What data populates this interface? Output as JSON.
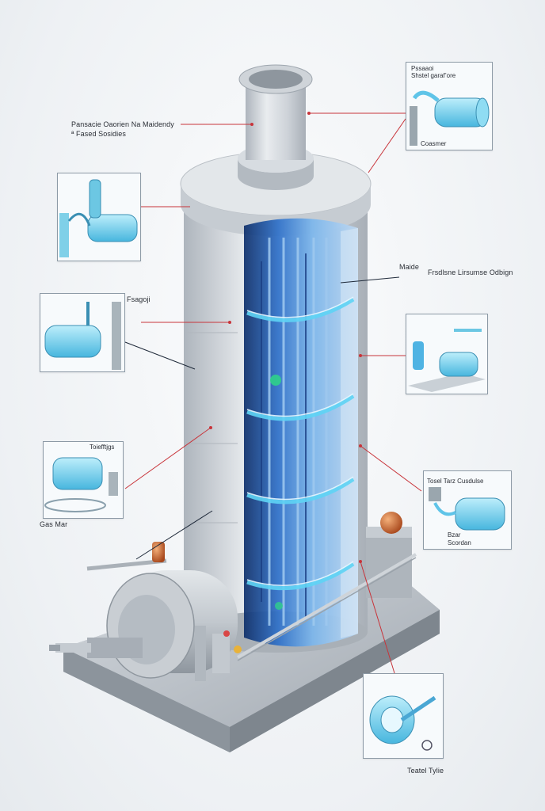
{
  "labels": {
    "top_left_line1": "Pansacie Oaorien Na Maidendy",
    "top_left_line2": "ª Fased Sosidies",
    "top_right_title1": "Pssaaoi",
    "top_right_title2": "Shstel garaf’ore",
    "top_right_caption": "Coasmer",
    "mid_left": "Fsagoji",
    "mid_right_line1": "Maide",
    "mid_right_line2": "Frsdlsne Lirsumse Odbign",
    "left_small": "Toiefftjgs",
    "gas_mar": "Gas Mar",
    "right_lower_title": "Tosel Tarz Cusdulse",
    "right_lower_caption1": "Bzar",
    "right_lower_caption2": "Scordan",
    "bottom_right": "Teatel Tylie"
  },
  "colors": {
    "leader_line": "#c8343a",
    "leader_dark": "#1f2a3a",
    "steel": "#c9ced4",
    "glass_blue": "#2f7fd6",
    "glow_cyan": "#5fd4f5",
    "accent_orange": "#d8702f"
  }
}
